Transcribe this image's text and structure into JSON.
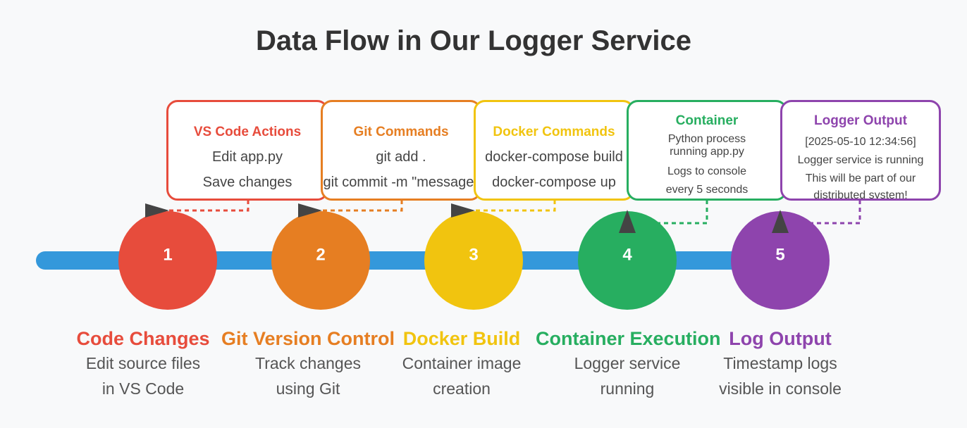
{
  "title": "Data Flow in Our Logger Service",
  "colors": {
    "timeline": "#3498db",
    "arrow": "#444444",
    "red": "#e74c3c",
    "orange": "#e67e22",
    "yellow": "#f1c40f",
    "green": "#27ae60",
    "purple": "#8e44ad"
  },
  "stages": [
    {
      "number": "1",
      "color": "#e74c3c",
      "label": "Code Changes",
      "desc": [
        "Edit source files",
        "in VS Code"
      ],
      "box": {
        "title": "VS Code Actions",
        "lines": [
          "Edit app.py",
          "Save changes"
        ]
      }
    },
    {
      "number": "2",
      "color": "#e67e22",
      "label": "Git Version Control",
      "desc": [
        "Track changes",
        "using Git"
      ],
      "box": {
        "title": "Git Commands",
        "lines": [
          "git add .",
          "git commit -m \"message\""
        ]
      }
    },
    {
      "number": "3",
      "color": "#f1c40f",
      "label": "Docker Build",
      "desc": [
        "Container image",
        "creation"
      ],
      "box": {
        "title": "Docker Commands",
        "lines": [
          "docker-compose build",
          "docker-compose up"
        ]
      }
    },
    {
      "number": "4",
      "color": "#27ae60",
      "label": "Container Execution",
      "desc": [
        "Logger service",
        "running"
      ],
      "box": {
        "title": "Container",
        "lines": [
          "Python process",
          "running app.py",
          "Logs to console",
          "every 5 seconds"
        ]
      }
    },
    {
      "number": "5",
      "color": "#8e44ad",
      "label": "Log Output",
      "desc": [
        "Timestamp logs",
        "visible in console"
      ],
      "box": {
        "title": "Logger Output",
        "lines": [
          "[2025-05-10 12:34:56]",
          "Logger service is running",
          "This will be part of our",
          "distributed system!"
        ]
      }
    }
  ]
}
